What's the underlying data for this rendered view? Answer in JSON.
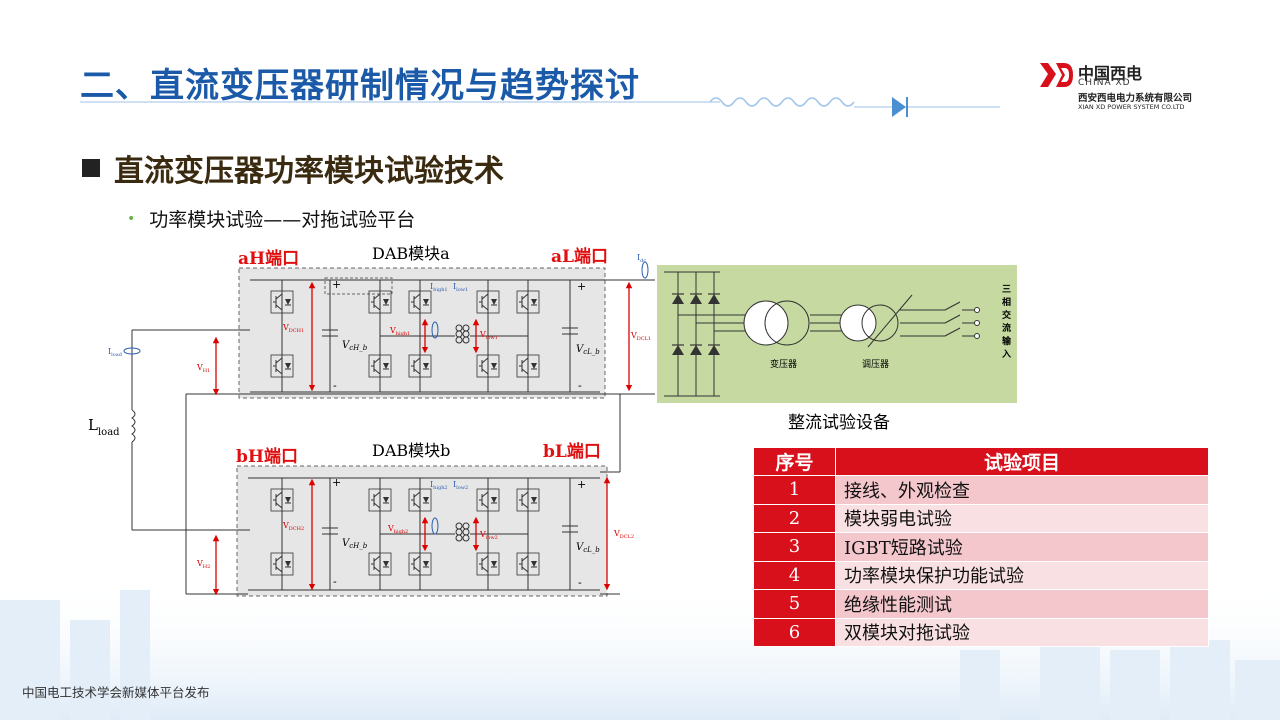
{
  "header": {
    "title": "二、直流变压器研制情况与趋势探讨",
    "logo": {
      "cn": "中国西电",
      "en": "CHINA XD",
      "company_cn": "西安西电电力系统有限公司",
      "company_en": "XIAN XD POWER SYSTEM CO.LTD",
      "mark": "XD"
    }
  },
  "section": {
    "heading": "直流变压器功率模块试验技术",
    "bullet": "功率模块试验——对拖试验平台"
  },
  "diagram": {
    "module_a": "DAB模块a",
    "module_b": "DAB模块b",
    "ports": {
      "aH": "aH端口",
      "aL": "aL端口",
      "bH": "bH端口",
      "bL": "bL端口"
    },
    "load": "L",
    "load_sub": "load",
    "i_load": "I",
    "i_load_sub": "load",
    "i_dc": "I",
    "i_dc_sub": "dc",
    "vh1": "V",
    "vh1_sub": "H1",
    "vh2": "V",
    "vh2_sub": "H2",
    "vdch1": "V",
    "vdch1_sub": "DCH1",
    "vdch2": "V",
    "vdch2_sub": "DCH2",
    "vdcl1": "V",
    "vdcl1_sub": "DCL1",
    "vdcl2": "V",
    "vdcl2_sub": "DCL2",
    "vch": "V",
    "vch_sub": "cH_b",
    "vcl": "V",
    "vcl_sub": "cL_b",
    "vhigh1": "V",
    "vhigh1_sub": "high1",
    "vlow1": "V",
    "vlow1_sub": "low1",
    "vhigh2": "V",
    "vhigh2_sub": "high2",
    "vlow2": "V",
    "vlow2_sub": "low2",
    "ihigh1": "I",
    "ihigh1_sub": "high1",
    "ilow1": "I",
    "ilow1_sub": "low1",
    "ihigh2": "I",
    "ihigh2_sub": "high2",
    "ilow2": "I",
    "ilow2_sub": "low2",
    "plus": "+",
    "minus": "-",
    "transformer_label": "变压器",
    "regulator_label": "调压器",
    "ac_input": [
      "三",
      "相",
      "交",
      "流",
      "输",
      "入"
    ],
    "rectifier_caption": "整流试验设备"
  },
  "test_table": {
    "headers": [
      "序号",
      "试验项目"
    ],
    "rows": [
      {
        "no": "1",
        "item": "接线、外观检查"
      },
      {
        "no": "2",
        "item": "模块弱电试验"
      },
      {
        "no": "3",
        "item": "IGBT短路试验"
      },
      {
        "no": "4",
        "item": "功率模块保护功能试验"
      },
      {
        "no": "5",
        "item": "绝缘性能测试"
      },
      {
        "no": "6",
        "item": "双模块对拖试验"
      }
    ]
  },
  "footer": "中国电工技术学会新媒体平台发布",
  "colors": {
    "title_blue": "#1a5aa8",
    "table_red": "#d8101c",
    "rectifier_green": "#c5d9a1",
    "port_red": "#e01010"
  }
}
